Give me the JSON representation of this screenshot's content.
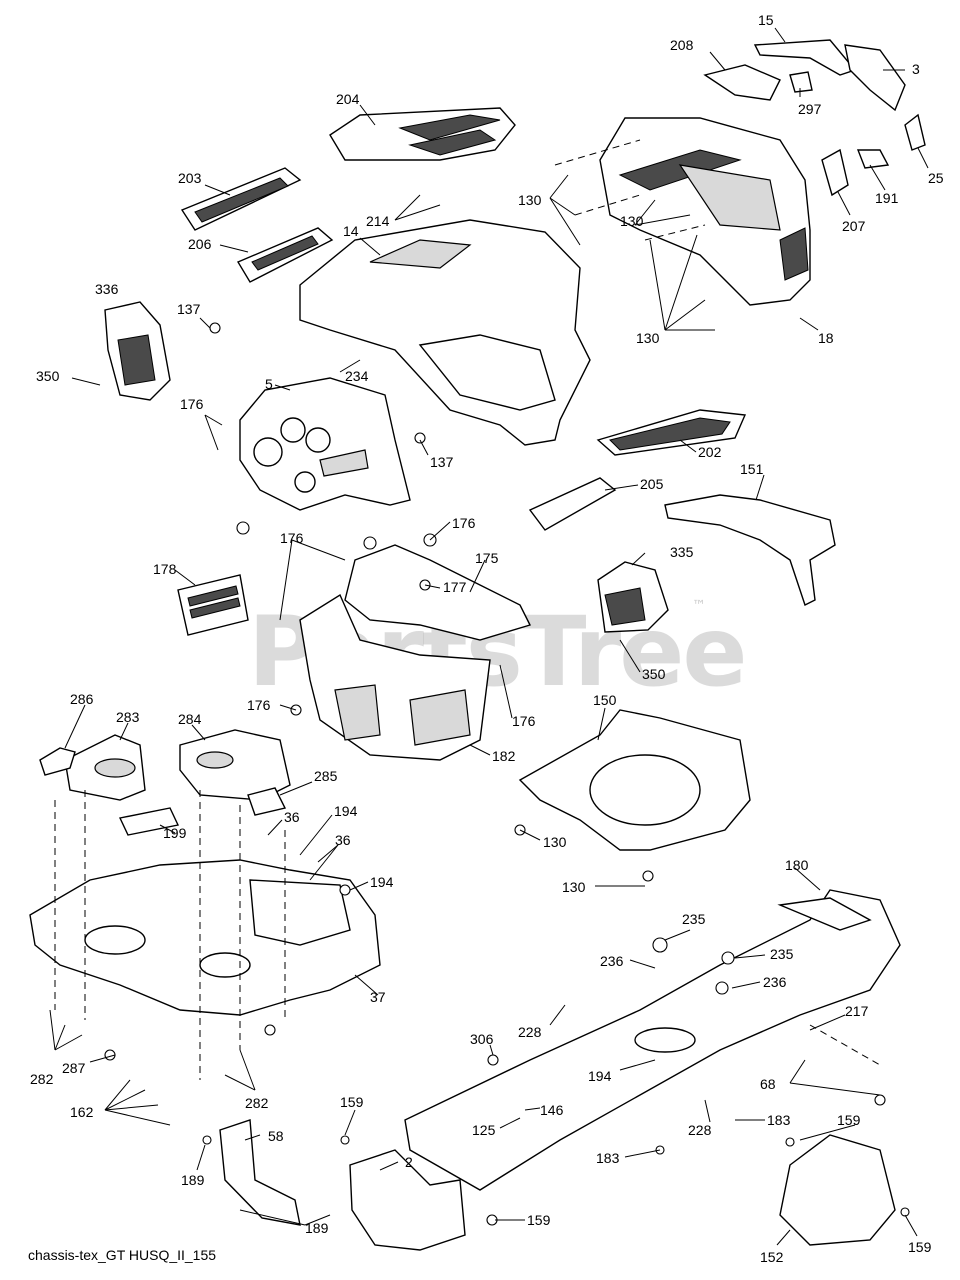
{
  "diagram": {
    "footer_label": "chassis-tex_GT HUSQ_II_155",
    "watermark": "PartsTree",
    "watermark_mark": "™",
    "callouts": [
      {
        "id": "c15",
        "text": "15"
      },
      {
        "id": "c208",
        "text": "208"
      },
      {
        "id": "c3",
        "text": "3"
      },
      {
        "id": "c297",
        "text": "297"
      },
      {
        "id": "c25",
        "text": "25"
      },
      {
        "id": "c204",
        "text": "204"
      },
      {
        "id": "c191",
        "text": "191"
      },
      {
        "id": "c207",
        "text": "207"
      },
      {
        "id": "c203",
        "text": "203"
      },
      {
        "id": "c214",
        "text": "214"
      },
      {
        "id": "c130a",
        "text": "130"
      },
      {
        "id": "c14",
        "text": "14"
      },
      {
        "id": "c130b",
        "text": "130"
      },
      {
        "id": "c206",
        "text": "206"
      },
      {
        "id": "c336",
        "text": "336"
      },
      {
        "id": "c137a",
        "text": "137"
      },
      {
        "id": "c130c",
        "text": "130"
      },
      {
        "id": "c18",
        "text": "18"
      },
      {
        "id": "c234",
        "text": "234"
      },
      {
        "id": "c350a",
        "text": "350"
      },
      {
        "id": "c5",
        "text": "5"
      },
      {
        "id": "c176a",
        "text": "176"
      },
      {
        "id": "c137b",
        "text": "137"
      },
      {
        "id": "c202",
        "text": "202"
      },
      {
        "id": "c151",
        "text": "151"
      },
      {
        "id": "c205",
        "text": "205"
      },
      {
        "id": "c176b",
        "text": "176"
      },
      {
        "id": "c176c",
        "text": "176"
      },
      {
        "id": "c175",
        "text": "175"
      },
      {
        "id": "c335",
        "text": "335"
      },
      {
        "id": "c178",
        "text": "178"
      },
      {
        "id": "c177",
        "text": "177"
      },
      {
        "id": "c350b",
        "text": "350"
      },
      {
        "id": "c176d",
        "text": "176"
      },
      {
        "id": "c176e",
        "text": "176"
      },
      {
        "id": "c150",
        "text": "150"
      },
      {
        "id": "c286",
        "text": "286"
      },
      {
        "id": "c283",
        "text": "283"
      },
      {
        "id": "c284",
        "text": "284"
      },
      {
        "id": "c182",
        "text": "182"
      },
      {
        "id": "c285",
        "text": "285"
      },
      {
        "id": "c194a",
        "text": "194"
      },
      {
        "id": "c36a",
        "text": "36"
      },
      {
        "id": "c199",
        "text": "199"
      },
      {
        "id": "c36b",
        "text": "36"
      },
      {
        "id": "c130d",
        "text": "130"
      },
      {
        "id": "c180",
        "text": "180"
      },
      {
        "id": "c194b",
        "text": "194"
      },
      {
        "id": "c130e",
        "text": "130"
      },
      {
        "id": "c235a",
        "text": "235"
      },
      {
        "id": "c236a",
        "text": "236"
      },
      {
        "id": "c235b",
        "text": "235"
      },
      {
        "id": "c236b",
        "text": "236"
      },
      {
        "id": "c37",
        "text": "37"
      },
      {
        "id": "c217",
        "text": "217"
      },
      {
        "id": "c228a",
        "text": "228"
      },
      {
        "id": "c306",
        "text": "306"
      },
      {
        "id": "c282a",
        "text": "282"
      },
      {
        "id": "c194c",
        "text": "194"
      },
      {
        "id": "c287",
        "text": "287"
      },
      {
        "id": "c68",
        "text": "68"
      },
      {
        "id": "c162",
        "text": "162"
      },
      {
        "id": "c282b",
        "text": "282"
      },
      {
        "id": "c146",
        "text": "146"
      },
      {
        "id": "c159a",
        "text": "159"
      },
      {
        "id": "c125",
        "text": "125"
      },
      {
        "id": "c228b",
        "text": "228"
      },
      {
        "id": "c183a",
        "text": "183"
      },
      {
        "id": "c159b",
        "text": "159"
      },
      {
        "id": "c58",
        "text": "58"
      },
      {
        "id": "c183b",
        "text": "183"
      },
      {
        "id": "c189a",
        "text": "189"
      },
      {
        "id": "c2",
        "text": "2"
      },
      {
        "id": "c189b",
        "text": "189"
      },
      {
        "id": "c159c",
        "text": "159"
      },
      {
        "id": "c152",
        "text": "152"
      },
      {
        "id": "c159d",
        "text": "159"
      }
    ]
  }
}
